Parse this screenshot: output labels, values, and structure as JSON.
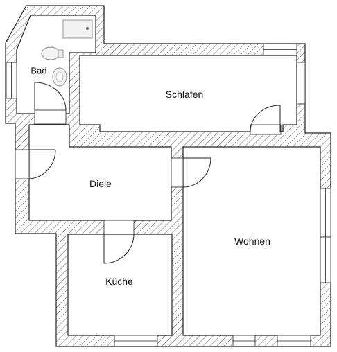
{
  "floorplan": {
    "rooms": {
      "bad": "Bad",
      "schlafen": "Schlafen",
      "diele": "Diele",
      "wohnen": "Wohnen",
      "kueche": "Küche"
    },
    "colors": {
      "wall_stroke": "#222222",
      "hatch": "#555555",
      "background": "#ffffff",
      "fixture": "#9a9a9a"
    }
  }
}
